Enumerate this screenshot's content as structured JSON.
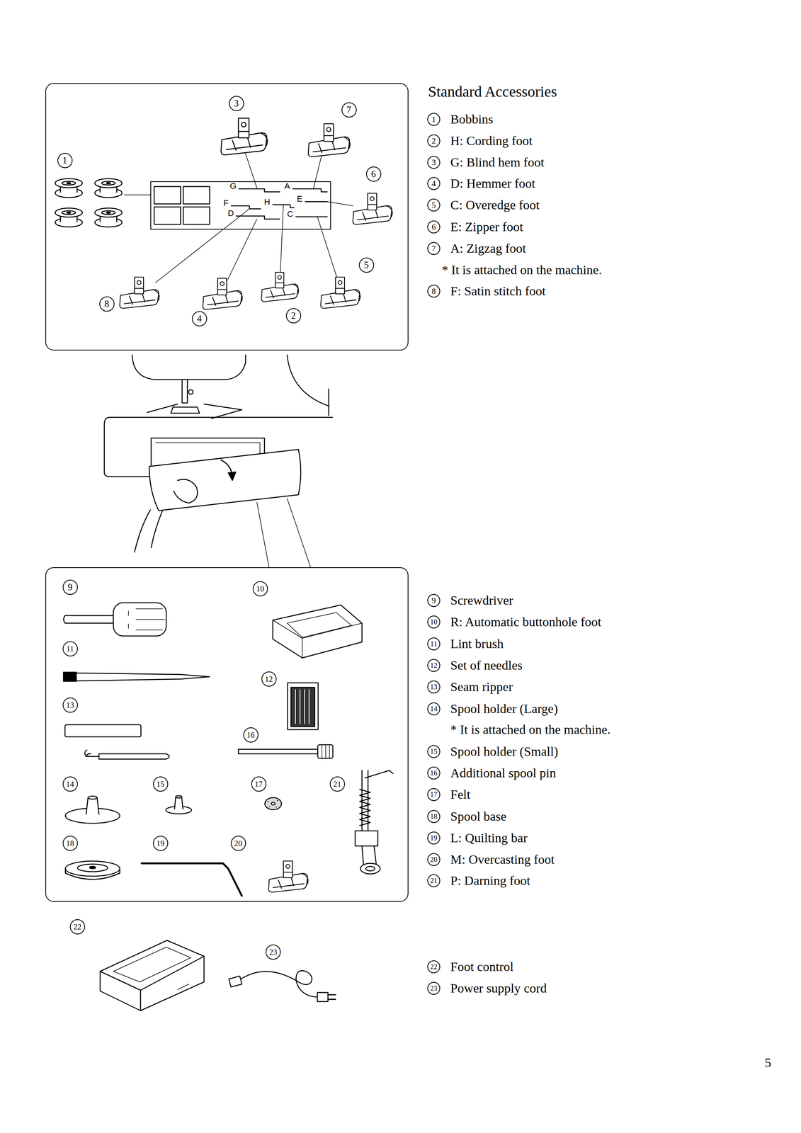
{
  "diagram": {
    "title": "Standard Accessories",
    "nodes": [
      {
        "text": [
          "3",
          "7",
          "1",
          "6",
          "5",
          "8",
          "2",
          "4"
        ]
      },
      {
        "text": [
          "G",
          "A",
          "H",
          "E",
          "F",
          "D",
          "C"
        ],
        "in": 0
      },
      {
        "text": [
          "9",
          "10",
          "11",
          "12",
          "13",
          "16",
          "14",
          "15",
          "17",
          "21",
          "18",
          "19",
          "20"
        ]
      }
    ],
    "labels": [
      "1",
      "Bobbins",
      "2",
      "H: Cording foot",
      "3",
      "G: Blind hem foot",
      "4",
      "D: Hemmer foot",
      "5",
      "C: Overedge foot",
      "6",
      "E: Zipper foot",
      "7",
      "A: Zigzag foot",
      "* It is attached on the machine.",
      "8",
      "F: Satin stitch foot",
      "9",
      "Screwdriver",
      "10",
      "R: Automatic buttonhole foot",
      "11",
      "Lint brush",
      "12",
      "Set of needles",
      "13",
      "Seam ripper",
      "14",
      "Spool holder (Large)",
      "* It is attached on the machine.",
      "15",
      "Spool holder (Small)",
      "16",
      "Additional spool pin",
      "17",
      "Felt",
      "18",
      "Spool base",
      "19",
      "L: Quilting bar",
      "20",
      "M: Overcasting foot",
      "21",
      "P: Darning foot",
      "22",
      "23",
      "22",
      "Foot control",
      "23",
      "Power supply cord",
      "5"
    ]
  }
}
